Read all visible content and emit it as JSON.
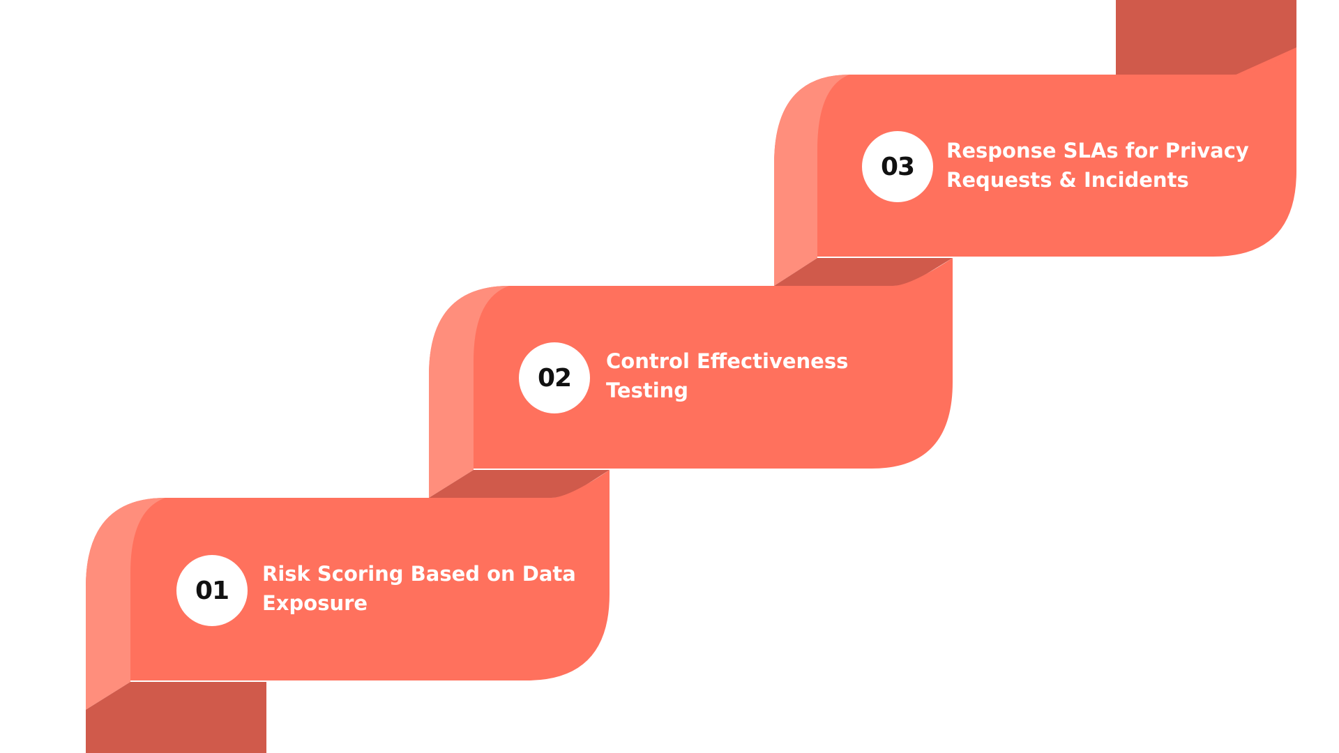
{
  "colors": {
    "ribbon_main": "#FF715D",
    "ribbon_highlight": "#FF8E7C",
    "ribbon_shadow": "#D05A4B",
    "badge": "#FFFFFF",
    "badge_text": "#111111",
    "label_text": "#FFFFFF"
  },
  "steps": [
    {
      "number": "01",
      "label": "Risk Scoring Based on Data Exposure"
    },
    {
      "number": "02",
      "label": "Control Effectiveness Testing"
    },
    {
      "number": "03",
      "label": "Response SLAs for Privacy Requests & Incidents"
    }
  ]
}
